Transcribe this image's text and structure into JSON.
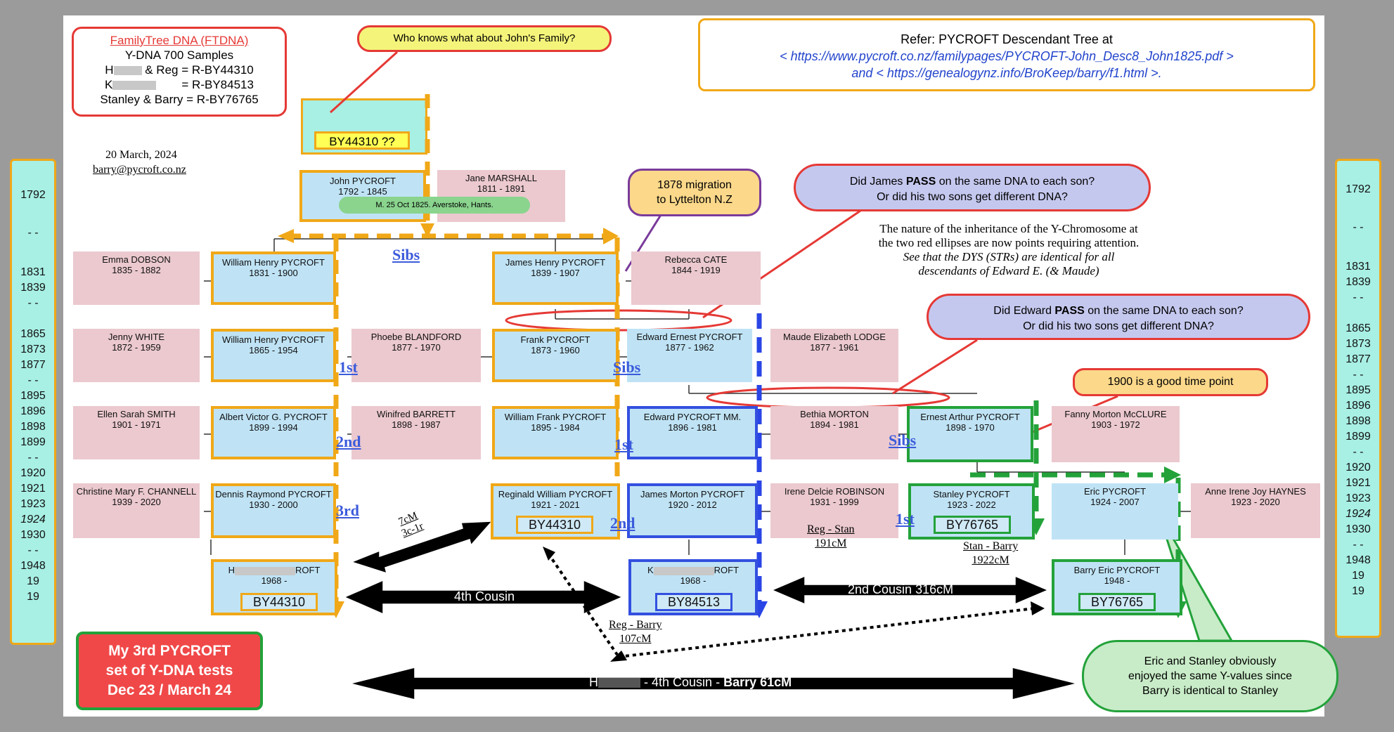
{
  "ftdna": {
    "title": "FamilyTree DNA (FTDNA)",
    "line1": "Y-DNA 700 Samples",
    "line2_name": "H",
    "line2_rest": "& Reg  = R-BY44310",
    "line3_name": "K",
    "line3_rest": "= R-BY84513",
    "line4": "Stanley & Barry = R-BY76765"
  },
  "date": "20 March, 2024",
  "email": "barry@pycroft.co.nz",
  "refer": {
    "line1": "Refer: PYCROFT Descendant Tree at",
    "line2": "< https://www.pycroft.co.nz/familypages/PYCROFT-John_Desc8_John1825.pdf >",
    "line3": "and < https://genealogynz.info/BroKeep/barry/f1.html  >."
  },
  "callouts": {
    "who_knows": "Who knows what about  John's Family?",
    "migration_1": "1878 migration",
    "migration_2": "to Lyttelton N.Z",
    "james_1_pre": "Did James ",
    "james_1_bold": "PASS",
    "james_1_post": " on the same DNA to each son?",
    "james_2": "Or did his two sons get different DNA?",
    "edward_1_pre": "Did Edward ",
    "edward_1_bold": "PASS",
    "edward_1_post": " on the same DNA to each son?",
    "edward_2": "Or did his two sons get different DNA?",
    "good_time": "1900 is a good time point",
    "eric_stanley_1": "Eric and Stanley obviously",
    "eric_stanley_2": "enjoyed the same Y-values since",
    "eric_stanley_3": "Barry is identical to Stanley",
    "tests_1": "My 3rd PYCROFT",
    "tests_2": "set of Y-DNA tests",
    "tests_3": "Dec 23 / March 24"
  },
  "note": {
    "line1": "The nature of the inheritance of the Y-Chromosome at",
    "line2": "the two red ellipses are now points requiring attention.",
    "line3": "See that the DYS (STRs) are identical for all",
    "line4": "descendants of Edward E. (& Maude)"
  },
  "ancestor_id": "BY44310 ??",
  "marriage": "M. 25 Oct 1825. Averstoke, Hants.",
  "people": {
    "john": {
      "name": "John PYCROFT",
      "dates": "1792 - 1845"
    },
    "jane": {
      "name": "Jane MARSHALL",
      "dates": "1811 - 1891"
    },
    "emma": {
      "name": "Emma DOBSON",
      "dates": "1835 - 1882"
    },
    "william_henry_1": {
      "name": "William Henry PYCROFT",
      "dates": "1831 - 1900"
    },
    "james_henry": {
      "name": "James Henry PYCROFT",
      "dates": "1839 - 1907"
    },
    "rebecca": {
      "name": "Rebecca CATE",
      "dates": "1844 - 1919"
    },
    "jenny": {
      "name": "Jenny WHITE",
      "dates": "1872 - 1959"
    },
    "william_henry_2": {
      "name": "William Henry PYCROFT",
      "dates": "1865 - 1954"
    },
    "phoebe": {
      "name": "Phoebe BLANDFORD",
      "dates": "1877 - 1970"
    },
    "frank": {
      "name": "Frank PYCROFT",
      "dates": "1873 - 1960"
    },
    "edward_ernest": {
      "name": "Edward Ernest PYCROFT",
      "dates": "1877 - 1962"
    },
    "maude": {
      "name": "Maude Elizabeth LODGE",
      "dates": "1877 - 1961"
    },
    "ellen": {
      "name": "Ellen Sarah SMITH",
      "dates": "1901 - 1971"
    },
    "albert": {
      "name": "Albert Victor G. PYCROFT",
      "dates": "1899 - 1994"
    },
    "winifred": {
      "name": "Winifred BARRETT",
      "dates": "1898 - 1987"
    },
    "william_frank": {
      "name": "William Frank PYCROFT",
      "dates": "1895 - 1984"
    },
    "edward_mm": {
      "name": "Edward PYCROFT MM.",
      "dates": "1896 - 1981"
    },
    "bethia": {
      "name": "Bethia MORTON",
      "dates": "1894 - 1981"
    },
    "ernest": {
      "name": "Ernest Arthur PYCROFT",
      "dates": "1898 - 1970"
    },
    "fanny": {
      "name": "Fanny Morton McCLURE",
      "dates": "1903 - 1972"
    },
    "christine": {
      "name": "Christine Mary F. CHANNELL",
      "dates": "1939 - 2020"
    },
    "dennis": {
      "name": "Dennis Raymond PYCROFT",
      "dates": "1930 - 2000"
    },
    "reginald": {
      "name": "Reginald William PYCROFT",
      "dates": "1921 - 2021"
    },
    "james_morton": {
      "name": "James Morton PYCROFT",
      "dates": "1920 - 2012"
    },
    "irene": {
      "name": "Irene Delcie ROBINSON",
      "dates": "1931 - 1999"
    },
    "stanley": {
      "name": "Stanley PYCROFT",
      "dates": "1923 - 2022"
    },
    "eric": {
      "name": "Eric PYCROFT",
      "dates": "1924 - 2007"
    },
    "anne": {
      "name": "Anne Irene Joy HAYNES",
      "dates": "1923 - 2020"
    },
    "h_person": {
      "name_a": "H",
      "name_b": "ROFT",
      "dates": "1968 -"
    },
    "k_person": {
      "name_a": "K",
      "name_b": "ROFT",
      "dates": "1968 -"
    },
    "barry": {
      "name": "Barry Eric PYCROFT",
      "dates": "1948 -"
    }
  },
  "ids": {
    "reg": "BY44310",
    "h": "BY44310",
    "k": "BY84513",
    "stanley": "BY76765",
    "barry": "BY76765"
  },
  "generation_labels": {
    "sibs_top": "Sibs",
    "sibs_mid": "Sibs",
    "sibs_right": "Sibs",
    "first_left": "1st",
    "second_left": "2nd",
    "third_left": "3rd",
    "first_mid": "1st",
    "second_mid": "2nd",
    "first_right": "1st"
  },
  "relations": {
    "cm7_a": "7cM",
    "cm7_b": "3c-1r",
    "reg_stan_a": "Reg - Stan",
    "reg_stan_b": "191cM",
    "stan_barry_a": "Stan - Barry",
    "stan_barry_b": "1922cM",
    "reg_barry_a": "Reg - Barry",
    "reg_barry_b": "107cM",
    "fourth_cousin": "4th Cousin",
    "second_cousin": "2nd Cousin  316cM",
    "bottom_h": "H",
    "bottom_mid": "-  4th Cousin  -",
    "bottom_barry": "Barry  61cM"
  },
  "year_strip": [
    "1792",
    "- -",
    "1831",
    "1839",
    "- -",
    "1865",
    "1873",
    "1877",
    "- -",
    "1895",
    "1896",
    "1898",
    "1899",
    "- -",
    "1920",
    "1921",
    "1923",
    "1924",
    "1930",
    "- -",
    "1948",
    "19",
    "19"
  ],
  "colors": {
    "orange": "#f0a818",
    "blue": "#3350e0",
    "green": "#23a23a",
    "red_box": "#e53935",
    "callout_purple": "#c5c8ee",
    "callout_yellow": "#fbd88a",
    "callout_green": "#c8ecc8",
    "strip": "#a8efe4"
  }
}
